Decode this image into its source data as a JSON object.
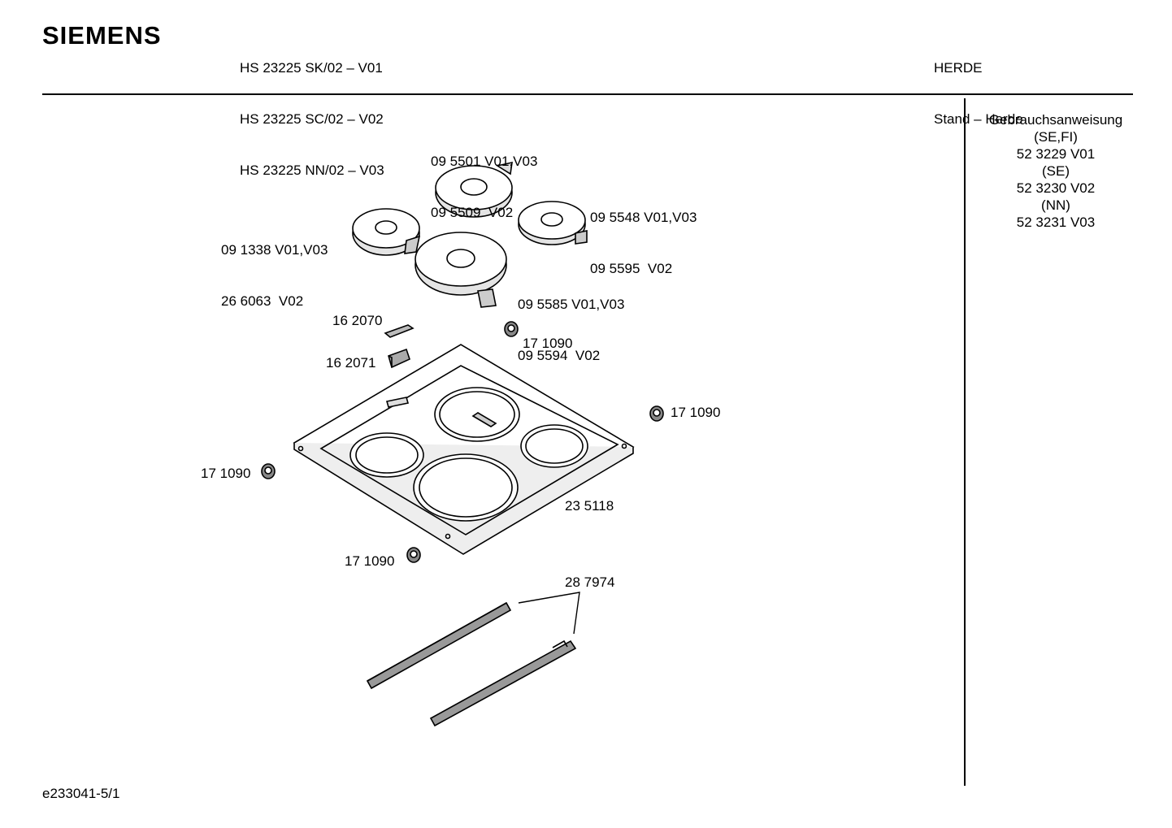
{
  "header": {
    "brand": "SIEMENS",
    "models": [
      "HS 23225 SK/02 – V01",
      "HS 23225 SC/02 – V02",
      "HS 23225 NN/02 – V03"
    ],
    "category": [
      "HERDE",
      "Stand – Herde"
    ]
  },
  "manual": {
    "title": "Gebrauchsanweisung",
    "entries": [
      "(SE,FI)",
      "52 3229 V01",
      "(SE)",
      "52 3230 V02",
      "(NN)",
      "52 3231 V03"
    ]
  },
  "parts": {
    "plate_back_top": [
      "09 5501 V01,V03",
      "09 5509  V02"
    ],
    "plate_back_right": [
      "09 5548 V01,V03",
      "09 5595  V02"
    ],
    "plate_left_small": [
      "09 1338 V01,V03",
      "26 6063  V02"
    ],
    "plate_front_large": [
      "09 5585 V01,V03",
      "09 5594  V02"
    ],
    "clip_top": "16 2070",
    "clip_bottom": "16 2071",
    "nut_top": "17 1090",
    "nut_right": "17 1090",
    "nut_left": "17 1090",
    "nut_bottom": "17 1090",
    "hob_top": "23 5118",
    "rail": "28 7974"
  },
  "footer": {
    "code": "e233041-5/1"
  }
}
